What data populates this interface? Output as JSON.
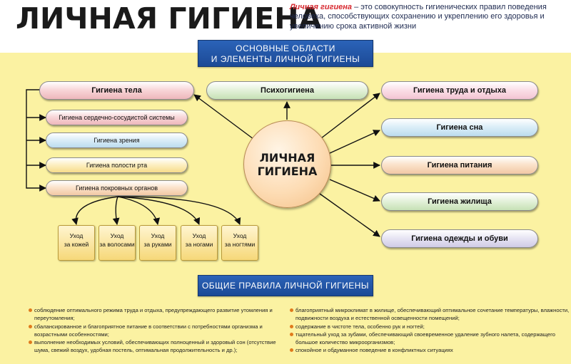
{
  "header": {
    "title": "ЛИЧНАЯ ГИГИЕНА",
    "definition_term": "Личная гигиена",
    "definition_text": " – это совокупность гигиенических правил поведения человека, способствующих сохранению и укреплению его здоровья и увеличению срока активной жизни"
  },
  "banner_top": {
    "line1": "ОСНОВНЫЕ ОБЛАСТИ",
    "line2": "И ЭЛЕМЕНТЫ ЛИЧНОЙ ГИГИЕНЫ"
  },
  "center": {
    "line1": "ЛИЧНАЯ",
    "line2": "ГИГИЕНА"
  },
  "psycho": "Психогигиена",
  "body": {
    "label": "Гигиена тела",
    "subs": [
      "Гигиена сердечно-сосудистой системы",
      "Гигиена зрения",
      "Гигиена полости рта",
      "Гигиена покровных органов"
    ],
    "care": [
      {
        "line1": "Уход",
        "line2": "за кожей"
      },
      {
        "line1": "Уход",
        "line2": "за волосами"
      },
      {
        "line1": "Уход",
        "line2": "за руками"
      },
      {
        "line1": "Уход",
        "line2": "за ногами"
      },
      {
        "line1": "Уход",
        "line2": "за ногтями"
      }
    ]
  },
  "right_items": [
    "Гигиена труда и отдыха",
    "Гигиена сна",
    "Гигиена питания",
    "Гигиена жилища",
    "Гигиена одежды и обуви"
  ],
  "banner_bottom": "ОБЩИЕ ПРАВИЛА ЛИЧНОЙ ГИГИЕНЫ",
  "rules_left": [
    "соблюдение оптимального режима труда и отдыха, предупреждающего развитие утомления и переутомления;",
    "сбалансированное и благоприятное питание в соответствии с потребностями организма и возрастными особенностями;",
    "выполнение необходимых условий, обеспечивающих полноценный и здоровый сон (отсутствие шума, свежий воздух, удобная постель, оптимальная продолжительность и др.);"
  ],
  "rules_right": [
    "благоприятный микроклимат в жилище, обеспечивающий оптимальное сочетание температуры, влажности, подвижности воздуха и естественной освещенности помещений;",
    "содержание в чистоте тела, особенно рук и ногтей;",
    "тщательный уход за зубами, обеспечивающий своевременное удаление зубного налета, содержащего большое количество микроорганизмов;",
    "спокойное и обдуманное поведение в конфликтных ситуациях"
  ],
  "colors": {
    "title_accent": "#d7282f",
    "banner": "#2b63b8",
    "panel": "#fbf2a2",
    "bullet": "#e07a1c"
  }
}
